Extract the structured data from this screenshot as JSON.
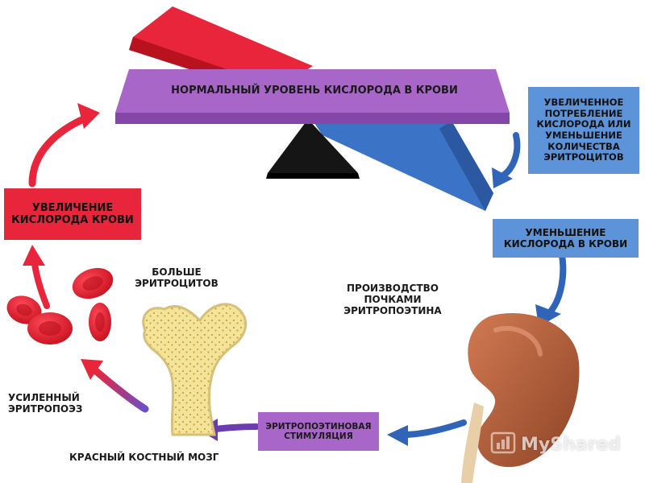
{
  "diagram": {
    "norm_label": "НОРМАЛЬНЫЙ УРОВЕНЬ КИСЛОРОДА В КРОВИ",
    "cause_label": "УВЕЛИЧЕННОЕ ПОТРЕБЛЕНИЕ КИСЛОРОДА ИЛИ УМЕНЬШЕНИЕ КОЛИЧЕСТВА ЭРИТРОЦИТОВ",
    "decrease_label": "УМЕНЬШЕНИЕ КИСЛОРОДА В КРОВИ",
    "production_label": "ПРОИЗВОДСТВО ПОЧКАМИ ЭРИТРОПОЭТИНА",
    "stimulation_label": "ЭРИТРОПОЭТИНОВАЯ СТИМУЛЯЦИЯ",
    "marrow_label": "КРАСНЫЙ КОСТНЫЙ МОЗГ",
    "erythropoiesis_label": "УСИЛЕННЫЙ ЭРИТРОПОЭЗ",
    "more_rbc_label": "БОЛЬШЕ ЭРИТРОЦИТОВ",
    "increase_label": "УВЕЛИЧЕНИЕ КИСЛОРОДА КРОВИ"
  },
  "watermark": "MyShared",
  "colors": {
    "purple": "#a866c8",
    "red": "#e8253a",
    "blue": "#3b73c6",
    "lightblue": "#5d93d8",
    "kidney": "#b8603c",
    "marrow": "#f4e49a"
  }
}
